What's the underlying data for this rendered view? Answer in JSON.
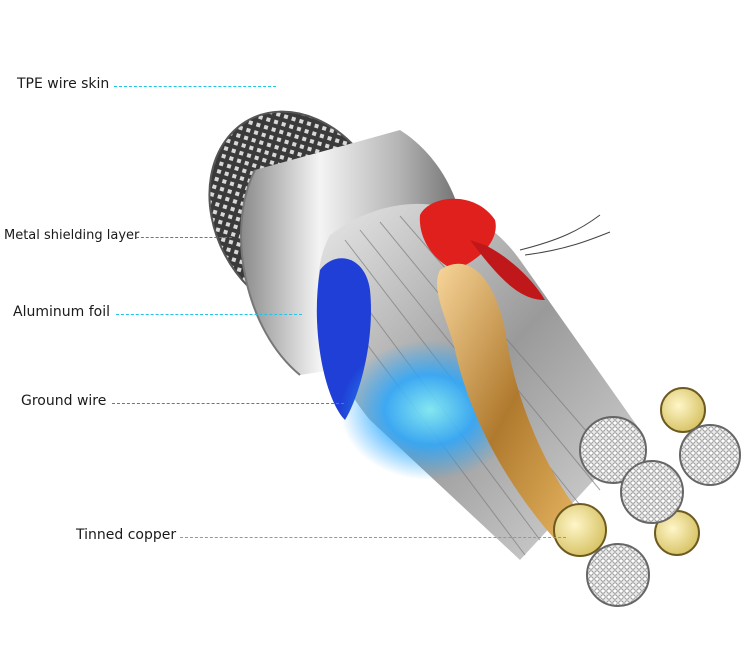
{
  "callouts": [
    {
      "id": "tpe",
      "text": "TPE wire skin"
    },
    {
      "id": "shield",
      "text": "Metal shielding layer"
    },
    {
      "id": "foil",
      "text": "Aluminum foil"
    },
    {
      "id": "ground",
      "text": "Ground wire"
    },
    {
      "id": "copper",
      "text": "Tinned copper"
    }
  ],
  "colors": {
    "leader_cyan": "#22c3e6",
    "leader_purple": "#9b4fd6",
    "label_text": "#1a1a1a",
    "jacket_silver": "#c8c8cc",
    "conductor_red": "#e0201c",
    "conductor_blue": "#1f3fd6",
    "conductor_gold": "#d9a441",
    "strand_ends": "#f2e6a8"
  }
}
